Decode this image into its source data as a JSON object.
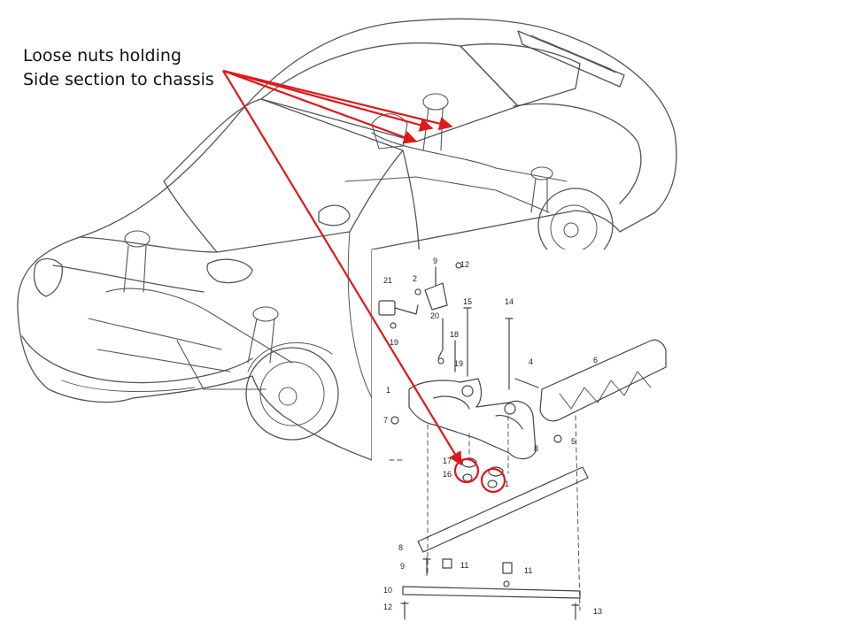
{
  "annotation": {
    "line1": "Loose nuts holding",
    "line2": "Side section to chassis"
  },
  "highlight_color": "#e01818",
  "line_color": "#555555",
  "exploded_view": {
    "part_numbers": [
      "1",
      "2",
      "4",
      "5",
      "6",
      "7",
      "8",
      "8",
      "9",
      "9",
      "10",
      "11",
      "11",
      "12",
      "12",
      "13",
      "14",
      "15",
      "16",
      "17",
      "18",
      "19",
      "19",
      "20",
      "21",
      "1"
    ]
  }
}
